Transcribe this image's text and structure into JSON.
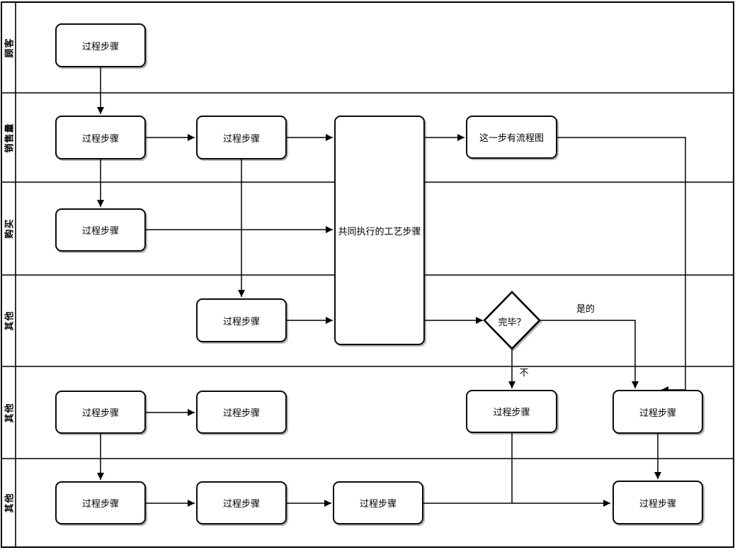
{
  "diagram": {
    "type": "swimlane-flowchart",
    "lanes": [
      {
        "label": "顾客"
      },
      {
        "label": "销售量"
      },
      {
        "label": "购买"
      },
      {
        "label": "其他"
      },
      {
        "label": "其他"
      },
      {
        "label": "其他"
      }
    ],
    "nodes": {
      "customer_step": {
        "label": "过程步骤"
      },
      "sales_step_1": {
        "label": "过程步骤"
      },
      "sales_step_2": {
        "label": "过程步骤"
      },
      "shared_process": {
        "label": "共同执行的工艺步骤"
      },
      "subprocess": {
        "label": "这一步有流程图"
      },
      "purchase_step": {
        "label": "过程步骤"
      },
      "other_step": {
        "label": "过程步骤"
      },
      "decision": {
        "label": "完毕？"
      },
      "row5_step_1": {
        "label": "过程步骤"
      },
      "row5_step_2": {
        "label": "过程步骤"
      },
      "no_step": {
        "label": "过程步骤"
      },
      "yes_step": {
        "label": "过程步骤"
      },
      "row6_step_1": {
        "label": "过程步骤"
      },
      "row6_step_2": {
        "label": "过程步骤"
      },
      "row6_step_3": {
        "label": "过程步骤"
      },
      "final_step": {
        "label": "过程步骤"
      }
    },
    "edge_labels": {
      "yes": "是的",
      "no": "不"
    },
    "colors": {
      "line": "#000000",
      "node_fill": "#ffffff",
      "background": "#ffffff"
    }
  }
}
